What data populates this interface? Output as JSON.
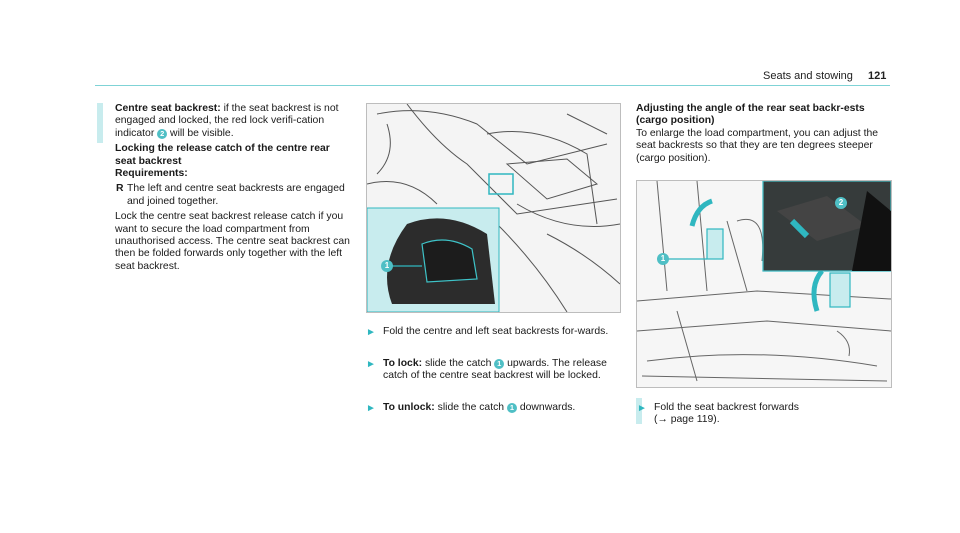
{
  "header": {
    "section": "Seats and stowing",
    "page": "121"
  },
  "left": {
    "intro_bold": "Centre seat backrest:",
    "intro_text_a": " if the seat backrest is not engaged and locked, the red lock verifi-cation indicator ",
    "intro_num": "2",
    "intro_text_b": " will be visible.",
    "heading": "Locking the release catch of the centre rear seat backrest",
    "requirements": "Requirements:",
    "bullet_symbol": "R",
    "bullet": "The left and centre seat backrests are engaged and joined together.",
    "body": "Lock the centre seat backrest release catch if you want to secure the load compartment from unauthorised access. The centre seat backrest can then be folded forwards only together with the left seat backrest."
  },
  "middle": {
    "figure_callout": "1",
    "step1": "Fold the centre and left seat backrests for-wards.",
    "step2_bold": "To lock:",
    "step2_a": " slide the catch ",
    "step2_num": "1",
    "step2_b": " upwards. The release catch of the centre seat backrest will be locked.",
    "step3_bold": "To unlock:",
    "step3_a": " slide the catch ",
    "step3_num": "1",
    "step3_b": " downwards."
  },
  "right": {
    "heading": "Adjusting the angle of the rear seat backr-ests (cargo position)",
    "body": "To enlarge the load compartment, you can adjust the seat backrests so that they are ten degrees steeper (cargo position).",
    "figure_callout_1": "1",
    "figure_callout_2": "2",
    "step1": "Fold the seat backrest forwards",
    "step1_ref": "(→ page 119)."
  },
  "colors": {
    "accent": "#4fbfc5",
    "highlight": "#c8ecee",
    "rule": "#7fd3d6"
  },
  "icons": {
    "step_arrow": "play-arrow-icon"
  }
}
